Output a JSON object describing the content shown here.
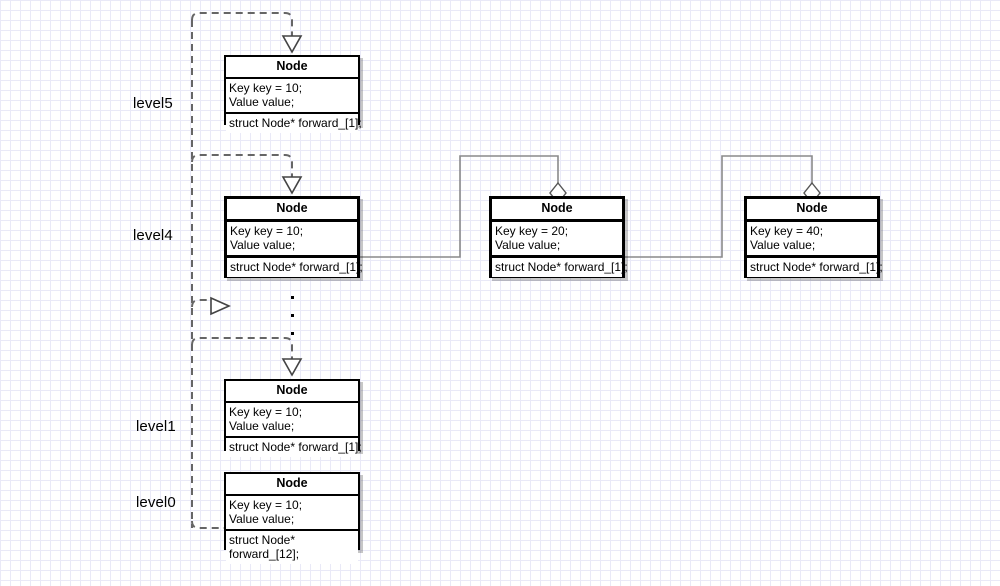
{
  "diagram": {
    "title": "Skip list node structure",
    "background": "#ffffff",
    "grid_minor_color": "#e9e9f7",
    "grid_major_color": "#d3d3ef",
    "connector_color": "#808080",
    "dashed_connector_color": "#666666",
    "node_border_color": "#000000"
  },
  "levels": [
    {
      "id": "level5",
      "label": "level5"
    },
    {
      "id": "level4",
      "label": "level4"
    },
    {
      "id": "level1",
      "label": "level1"
    },
    {
      "id": "level0",
      "label": "level0"
    }
  ],
  "nodes": [
    {
      "id": "node-level5-key10",
      "title": "Node",
      "attributes": [
        "Key key = 10;",
        "Value value;"
      ],
      "operations": [
        "struct Node* forward_[1];"
      ],
      "level": "level5",
      "key": 10
    },
    {
      "id": "node-level4-key10",
      "title": "Node",
      "attributes": [
        "Key key = 10;",
        "Value value;"
      ],
      "operations": [
        "struct Node* forward_[1];"
      ],
      "level": "level4",
      "key": 10
    },
    {
      "id": "node-level4-key20",
      "title": "Node",
      "attributes": [
        "Key key = 20;",
        "Value value;"
      ],
      "operations": [
        "struct Node* forward_[1];"
      ],
      "level": "level4",
      "key": 20
    },
    {
      "id": "node-level4-key40",
      "title": "Node",
      "attributes": [
        "Key key = 40;",
        "Value value;"
      ],
      "operations": [
        "struct Node* forward_[1];"
      ],
      "level": "level4",
      "key": 40
    },
    {
      "id": "node-level1-key10",
      "title": "Node",
      "attributes": [
        "Key key = 10;",
        "Value value;"
      ],
      "operations": [
        "struct Node* forward_[1];"
      ],
      "level": "level1",
      "key": 10
    },
    {
      "id": "node-level0-key10",
      "title": "Node",
      "attributes": [
        "Key key = 10;",
        "Value value;"
      ],
      "operations": [
        "struct Node*",
        "forward_[12];"
      ],
      "level": "level0",
      "key": 10
    }
  ],
  "ellipsis": {
    "label": "vertical-ellipsis",
    "dots": 3
  }
}
